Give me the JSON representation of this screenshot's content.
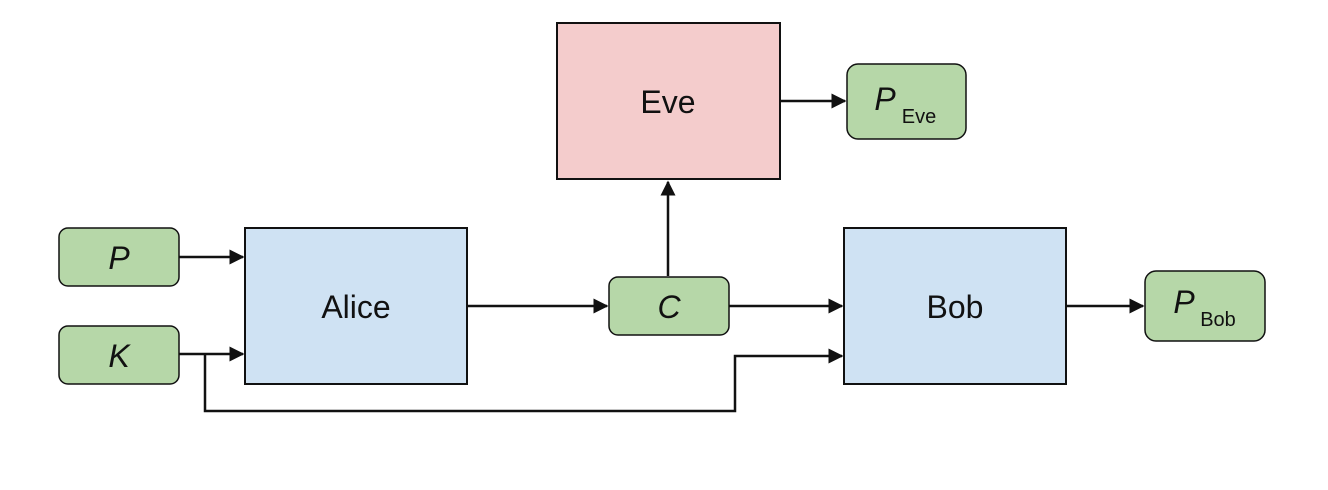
{
  "nodes": {
    "eve": {
      "label": "Eve"
    },
    "alice": {
      "label": "Alice"
    },
    "bob": {
      "label": "Bob"
    },
    "p": {
      "label": "P"
    },
    "k": {
      "label": "K"
    },
    "c": {
      "label": "C"
    },
    "p_eve": {
      "label": "P",
      "subscript": "Eve"
    },
    "p_bob": {
      "label": "P",
      "subscript": "Bob"
    }
  },
  "colors": {
    "participant": "#cfe2f3",
    "adversary": "#f4cccc",
    "variable": "#b6d7a8",
    "stroke": "#111111"
  }
}
